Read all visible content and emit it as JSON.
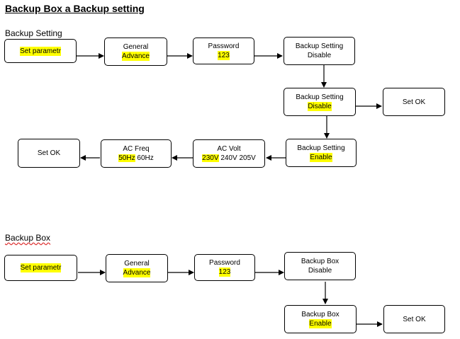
{
  "title": {
    "part1": "Backup Box a Backup setting",
    "part1_underlined": "Backup"
  },
  "sections": {
    "backup_setting": "Backup Setting",
    "backup_box": "Backup Box"
  },
  "flow1": {
    "set_param": "Set parametr",
    "general": {
      "label": "General",
      "value": "Advance"
    },
    "password": {
      "label": "Password",
      "value": "123"
    },
    "backup_setting_1": {
      "label": "Backup Setting",
      "value": "Disable"
    },
    "backup_setting_2": {
      "label": "Backup Setting",
      "value": "Disable"
    },
    "set_ok_1": "Set OK",
    "backup_setting_3": {
      "label": "Backup Setting",
      "value": "Enable"
    },
    "ac_volt": {
      "label": "AC Volt",
      "opt1": "230V",
      "opt2": "240V",
      "opt3": "205V"
    },
    "ac_freq": {
      "label": "AC Freq",
      "opt1": "50Hz",
      "opt2": "60Hz"
    },
    "set_ok_2": "Set OK"
  },
  "flow2": {
    "set_param": "Set parametr",
    "general": {
      "label": "General",
      "value": "Advance"
    },
    "password": {
      "label": "Password",
      "value": "123"
    },
    "backup_box_1": {
      "label": "Backup Box",
      "value": "Disable"
    },
    "backup_box_2": {
      "label": "Backup Box",
      "value": "Enable"
    },
    "set_ok": "Set OK"
  },
  "colors": {
    "highlight": "#ffff00",
    "spellcheck": "#d33",
    "border": "#000000"
  }
}
